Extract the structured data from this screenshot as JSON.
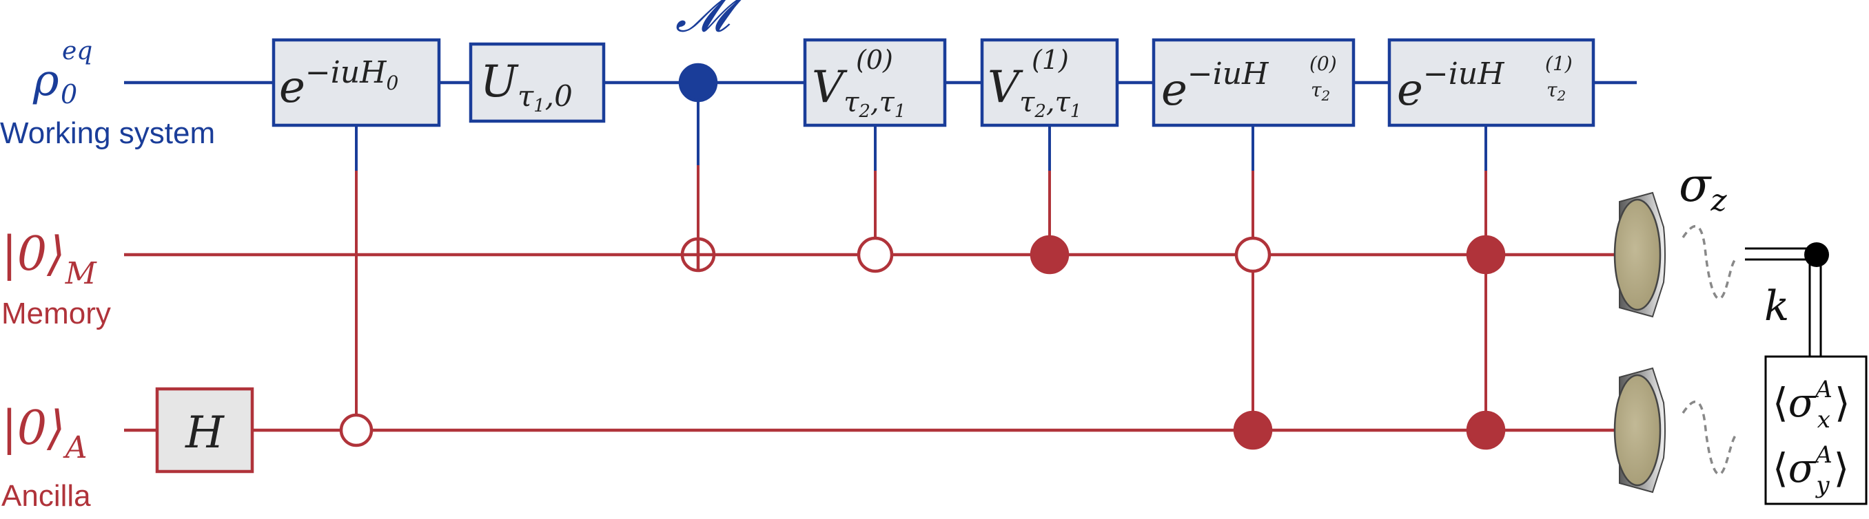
{
  "colors": {
    "working": "#1a3d99",
    "memory": "#b0333a",
    "ancilla": "#b0333a",
    "gate_fill": "#e4e7ec",
    "gate_fill_ancilla": "#e6e6e6",
    "detector_face": "#b5ab86",
    "readout": "#000000"
  },
  "qubits": {
    "working": {
      "label_base": "ρ",
      "label_sub": "0",
      "label_sup": "eq",
      "name": "Working system"
    },
    "memory": {
      "label_ket": "|0⟩",
      "label_sub": "M",
      "name": "Memory"
    },
    "ancilla": {
      "label_ket": "|0⟩",
      "label_sub": "A",
      "name": "Ancilla"
    }
  },
  "gates": {
    "hadamard": {
      "text": "H"
    },
    "evolution_h0": {
      "base": "e",
      "sup": "−iuH",
      "sup_sub": "0"
    },
    "unitary_u": {
      "base": "U",
      "sub": "τ",
      "sub_sub": "1",
      "sub_tail": ",0"
    },
    "v0": {
      "base": "V",
      "sup": "(0)",
      "sub": "τ",
      "sub_sub": "2",
      "sub_tail": ",τ",
      "sub_sub2": "1"
    },
    "v1": {
      "base": "V",
      "sup": "(1)",
      "sub": "τ",
      "sub_sub": "2",
      "sub_tail": ",τ",
      "sub_sub2": "1"
    },
    "evolution_h_tau2_0": {
      "base": "e",
      "sup": "−iuH",
      "sup_sup": "(0)",
      "sup_sub": "τ",
      "sup_sub_sub": "2"
    },
    "evolution_h_tau2_1": {
      "base": "e",
      "sup": "−iuH",
      "sup_sup": "(1)",
      "sup_sub": "τ",
      "sup_sub_sub": "2"
    }
  },
  "measurement_label": "𝓜",
  "detectors": {
    "observable": "σ",
    "observable_sub": "z",
    "outcome": "k"
  },
  "readout": {
    "line1": {
      "open": "⟨",
      "base": "σ",
      "sup": "A",
      "sub": "x",
      "close": "⟩"
    },
    "line2": {
      "open": "⟨",
      "base": "σ",
      "sup": "A",
      "sub": "y",
      "close": "⟩"
    }
  }
}
